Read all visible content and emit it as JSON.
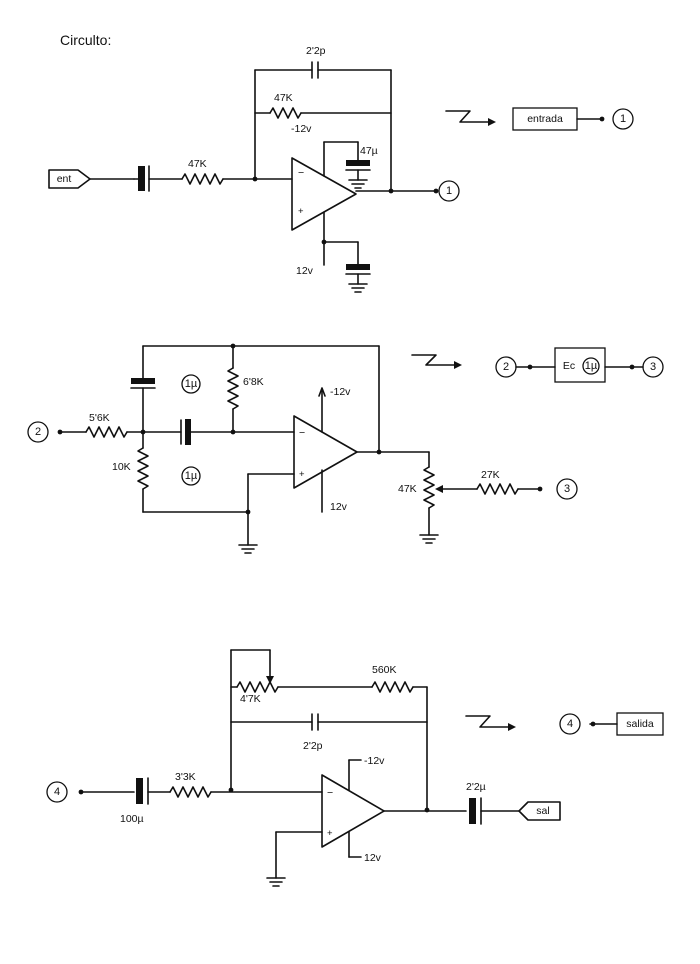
{
  "title": "Circulto:",
  "stage1": {
    "cap_feedback": "2'2p",
    "res_feedback": "47K",
    "res_input": "47K",
    "supply_neg": "-12v",
    "supply_pos": "12v",
    "decoupling_cap": "47µ",
    "port_in": "ent",
    "node_out": "1",
    "op_minus": "−",
    "op_plus": "+"
  },
  "legend1": {
    "box": "entrada",
    "node": "1"
  },
  "stage2": {
    "node_in": "2",
    "res_input": "5'6K",
    "res_divider": "10K",
    "res_feedback": "6'8K",
    "cap_label_a": "1µ",
    "cap_label_b": "1µ",
    "supply_neg": "-12v",
    "supply_pos": "12v",
    "pot": "47K",
    "res_out": "27K",
    "node_out": "3",
    "op_minus": "−",
    "op_plus": "+"
  },
  "legend2": {
    "node_in": "2",
    "box_text": "Ec",
    "box_cap": "1µ",
    "node_out": "3"
  },
  "stage3": {
    "node_in": "4",
    "cap_input": "100µ",
    "res_input": "3'3K",
    "pot_feedback": "4'7K",
    "res_feedback": "560K",
    "cap_feedback": "2'2p",
    "supply_neg": "-12v",
    "supply_pos": "12v",
    "cap_output": "2'2µ",
    "port_out": "sal",
    "op_minus": "−",
    "op_plus": "+"
  },
  "legend3": {
    "node": "4",
    "box": "salida"
  }
}
